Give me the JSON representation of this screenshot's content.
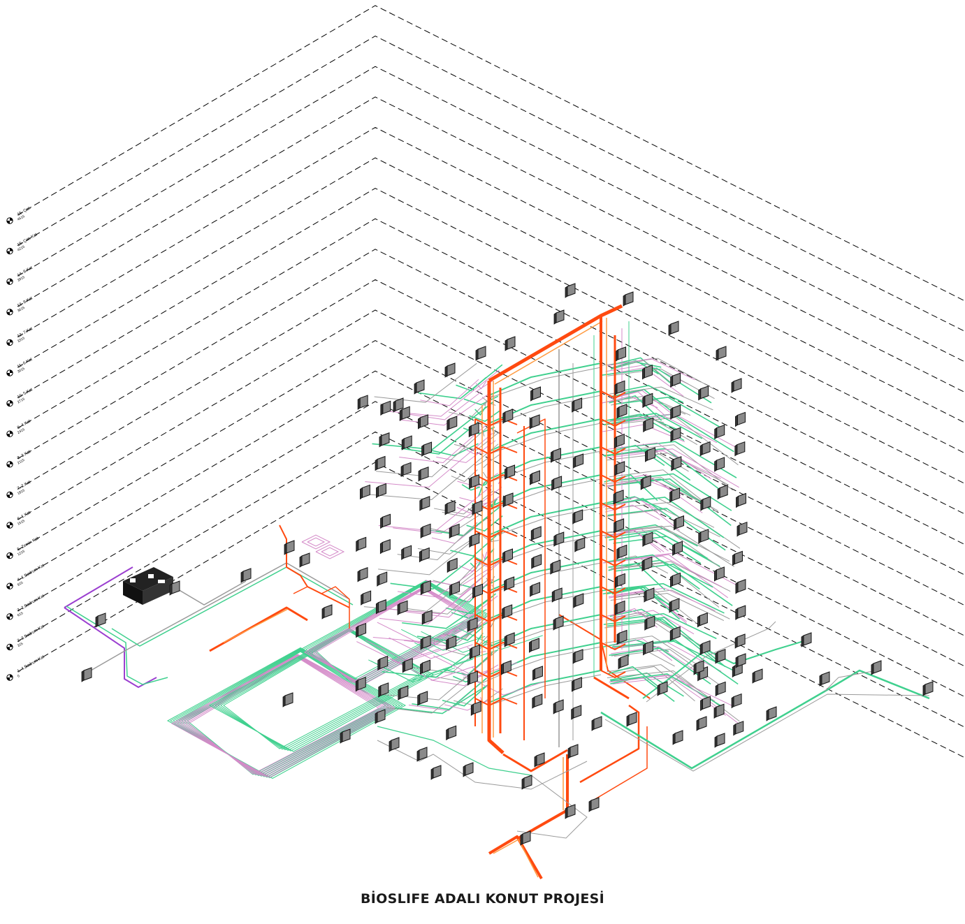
{
  "title": "BİOSLIFE ADALI KONUT PROJESİ",
  "colors": {
    "hot_pipe": "#ff4a10",
    "hot_pipe_light": "#ff9a40",
    "supply_pipe": "#3fd08e",
    "return_pipe": "#d48ac8",
    "gas_pipe": "#9b3fd0",
    "grey_pipe": "#9a9a9a",
    "level_line": "#000000",
    "radiator_fill": "#8a8a8a"
  },
  "levels": [
    {
      "name": "15. Çatı",
      "elev": "4515"
    },
    {
      "name": "15. Çatı Kat",
      "elev": "4215"
    },
    {
      "name": "14. 8.Kat",
      "elev": "3915"
    },
    {
      "name": "13. 8.Kat",
      "elev": "3615"
    },
    {
      "name": "12. 7.Kat",
      "elev": "3315"
    },
    {
      "name": "11. 6.Kat",
      "elev": "3015"
    },
    {
      "name": "10. 5.Kat",
      "elev": "2715"
    },
    {
      "name": "9. 4.Kat",
      "elev": "2415"
    },
    {
      "name": "8. 3.Kat",
      "elev": "2115"
    },
    {
      "name": "7. 2.Kat",
      "elev": "1815"
    },
    {
      "name": "6. 1.Kat",
      "elev": "1515"
    },
    {
      "name": "5. Zemin Kat",
      "elev": "1215"
    },
    {
      "name": "4. 1.Bodrum Kat",
      "elev": "915"
    },
    {
      "name": "3. 2.Bodrum Kat",
      "elev": "615"
    },
    {
      "name": "2. 3.Bodrum Kat",
      "elev": "315"
    },
    {
      "name": "1. 4.Bodrum Kat",
      "elev": "0"
    }
  ]
}
